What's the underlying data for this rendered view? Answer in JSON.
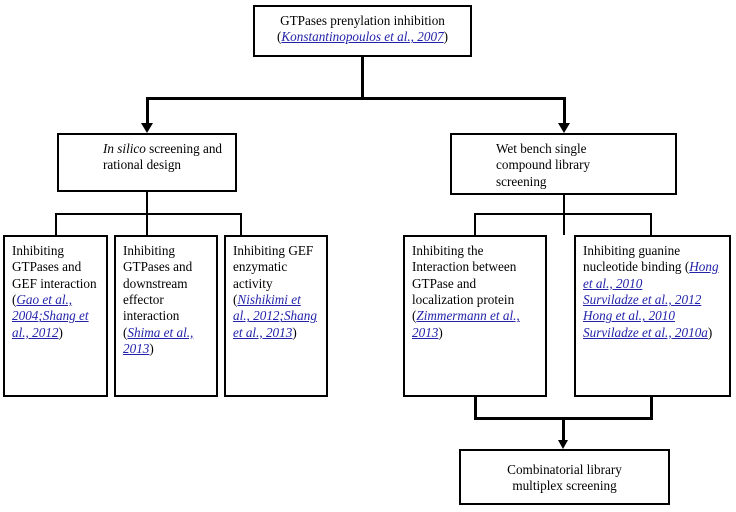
{
  "diagram": {
    "title": "GTPases prenylation inhibition strategies flowchart",
    "colors": {
      "box_border": "#000000",
      "background": "#ffffff",
      "text": "#000000",
      "citation_link": "#2222aa"
    },
    "nodes": {
      "root": {
        "line1": "GTPases prenylation inhibition",
        "citation_open": "(",
        "citation": "Konstantinopoulos et al., 2007",
        "citation_close": ")"
      },
      "branch_left": {
        "emphasis": "In silico",
        "line1_rest": " screening and",
        "line2": "rational design"
      },
      "branch_right": {
        "line1": "Wet bench single",
        "line2": "compound library",
        "line3": "screening"
      },
      "leaf_1": {
        "body": "Inhibiting GTPases and GEF interaction ",
        "citation_open": "(",
        "citation_a": "Gao et al., 2004",
        "citation_sep": ";",
        "citation_b": "Shang et al., 2012",
        "citation_close": ")"
      },
      "leaf_2": {
        "body": "Inhibiting GTPases and downstream effector interaction ",
        "citation_open": "(",
        "citation_a": "Shima et al., 2013",
        "citation_close": ")"
      },
      "leaf_3": {
        "body": "Inhibiting GEF enzymatic activity ",
        "citation_open": "(",
        "citation_a": "Nishikimi et al., 2012",
        "citation_sep": ";",
        "citation_b": "Shang et al., 2013",
        "citation_close": ")"
      },
      "leaf_4": {
        "body": "Inhibiting the Interaction between GTPase and localization protein ",
        "citation_open": "(",
        "citation_a": "Zimmermann et al., 2013",
        "citation_close": ")"
      },
      "leaf_5": {
        "body": "Inhibiting guanine nucleotide binding ",
        "citation_open": "(",
        "citation_a": "Hong et al., 2010",
        "citation_b": "Surviladze et al., 2012",
        "citation_c": "Hong et al., 2010",
        "citation_d": "Surviladze et al., 2010a",
        "citation_close": ")"
      },
      "result": {
        "line1": "Combinatorial library",
        "line2": "multiplex screening"
      }
    }
  }
}
